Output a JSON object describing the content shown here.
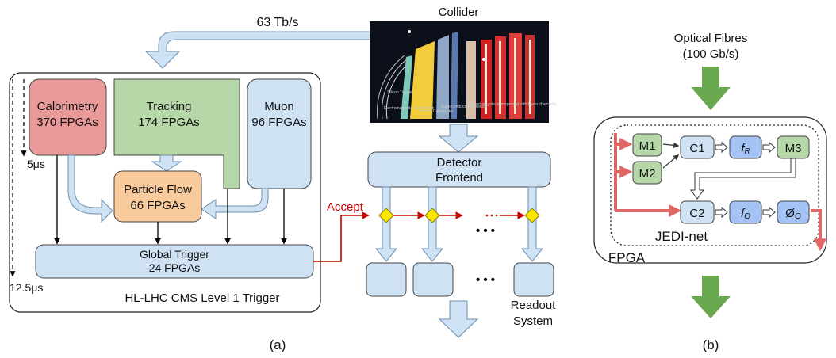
{
  "colors": {
    "calorimetry_fill": "#ea9999",
    "tracking_fill": "#b6d7a8",
    "muon_fill": "#cfe2f3",
    "particle_flow_fill": "#f9cb9c",
    "light_blue_fill": "#cfe2f3",
    "function_fill": "#a4c2f4",
    "green_block_fill": "#b6d7a8",
    "accept_red": "#cc0000",
    "fiber_orange": "#e06666",
    "green_arrow": "#6aa84f",
    "diamond_yellow": "#ffe600"
  },
  "panel_a": {
    "label": "(a)",
    "bandwidth": "63 Tb/s",
    "collider": {
      "title": "Collider",
      "layers": [
        "Silicon Tracker",
        "Electromagnetic Calorimeter",
        "Hadron Calorimeter",
        "Superconducting Solenoid",
        "Iron return yoke interspersed with Muon chambers"
      ]
    },
    "trigger": {
      "calorimetry_name": "Calorimetry",
      "calorimetry_fpgas": "370 FPGAs",
      "tracking_name": "Tracking",
      "tracking_fpgas": "174 FPGAs",
      "muon_name": "Muon",
      "muon_fpgas": "96 FPGAs",
      "particle_flow_name": "Particle Flow",
      "particle_flow_fpgas": "66 FPGAs",
      "global_name": "Global Trigger",
      "global_fpgas": "24 FPGAs",
      "caption": "HL-LHC CMS Level 1 Trigger",
      "time_5": "5μs",
      "time_12": "12.5μs"
    },
    "accept": "Accept",
    "frontend_line1": "Detector",
    "frontend_line2": "Frontend",
    "ellipsis": "• • •",
    "readout_line1": "Readout",
    "readout_line2": "System"
  },
  "panel_b": {
    "label": "(b)",
    "fibres_line1": "Optical Fibres",
    "fibres_line2": "(100 Gb/s)",
    "m1": "M1",
    "m2": "M2",
    "m3": "M3",
    "c1": "C1",
    "c2": "C2",
    "fr_main": "f",
    "fr_sub": "R",
    "fo_main": "f",
    "fo_sub": "O",
    "phi_main": "Ø",
    "phi_sub": "O",
    "jedi": "JEDI-net",
    "fpga": "FPGA"
  }
}
